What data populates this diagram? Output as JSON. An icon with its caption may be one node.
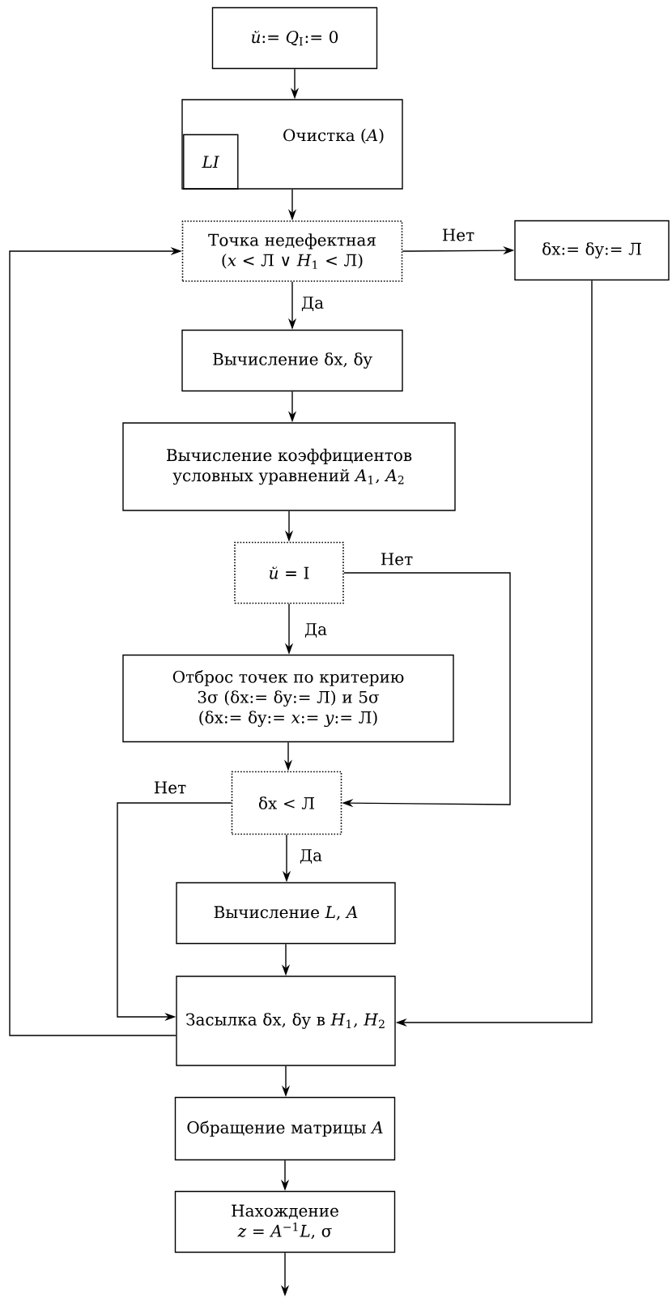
{
  "diagram": {
    "nodes": [
      {
        "text": [
          "*й*:= *Q*$_{I}$:= 0"
        ]
      },
      {
        "text": [
          "Очистка (*A*)"
        ]
      },
      {
        "text": [
          "*LI*"
        ],
        "in": 1
      },
      {
        "text": [
          "Точка недефектная (*x* < Л ∨ *H*$_{1}$ < Л)"
        ]
      },
      {
        "text": [
          "δx:= δy:= Л"
        ]
      },
      {
        "text": [
          "Вычисление δx, δy"
        ]
      },
      {
        "text": [
          "Вычисление коэффициентов условных уравнений *A*$_{1}$, *A*$_{2}$"
        ]
      },
      {
        "text": [
          "*й* = I"
        ]
      },
      {
        "text": [
          "Отброс точек по критерию 3σ (δx:= δy:= Л) и 5σ (δx:= δy:= *x*:= *y*:= Л)"
        ]
      },
      {
        "text": [
          "δx < Л"
        ]
      },
      {
        "text": [
          "Вычисление *L*, *A*"
        ]
      },
      {
        "text": [
          "Засылка δx, δy в *H*$_{1}$, *H*$_{2}$"
        ]
      },
      {
        "text": [
          "Обращение матрицы *A*"
        ]
      },
      {
        "text": [
          "Нахождение *z* = *A*$^{−1}$*L*, σ"
        ]
      }
    ],
    "edges": [
      {
        "from": 0,
        "to": 1,
        "arrow": "to"
      },
      {
        "from": 1,
        "to": 3,
        "arrow": "to"
      },
      {
        "from": 3,
        "to": 4,
        "arrow": "to",
        "label": "Нет"
      },
      {
        "from": 3,
        "to": 5,
        "arrow": "to",
        "label": "Да"
      },
      {
        "from": 5,
        "to": 6,
        "arrow": "to"
      },
      {
        "from": 6,
        "to": 7,
        "arrow": "to"
      },
      {
        "from": 7,
        "to": 8,
        "arrow": "to",
        "label": "Да"
      },
      {
        "from": 7,
        "to": 9,
        "arrow": "to",
        "label": "Нет"
      },
      {
        "from": 8,
        "to": 9,
        "arrow": "to"
      },
      {
        "from": 9,
        "to": 11,
        "arrow": "to",
        "label": "Нет"
      },
      {
        "from": 9,
        "to": 10,
        "arrow": "to",
        "label": "Да"
      },
      {
        "from": 10,
        "to": 11,
        "arrow": "to"
      },
      {
        "from": 4,
        "to": 11,
        "arrow": "to"
      },
      {
        "from": 11,
        "to": 3,
        "arrow": "to"
      },
      {
        "from": 11,
        "to": 12,
        "arrow": "to"
      },
      {
        "from": 12,
        "to": 13,
        "arrow": "to"
      },
      {
        "from": 13,
        "to": null,
        "arrow": "to"
      }
    ]
  }
}
